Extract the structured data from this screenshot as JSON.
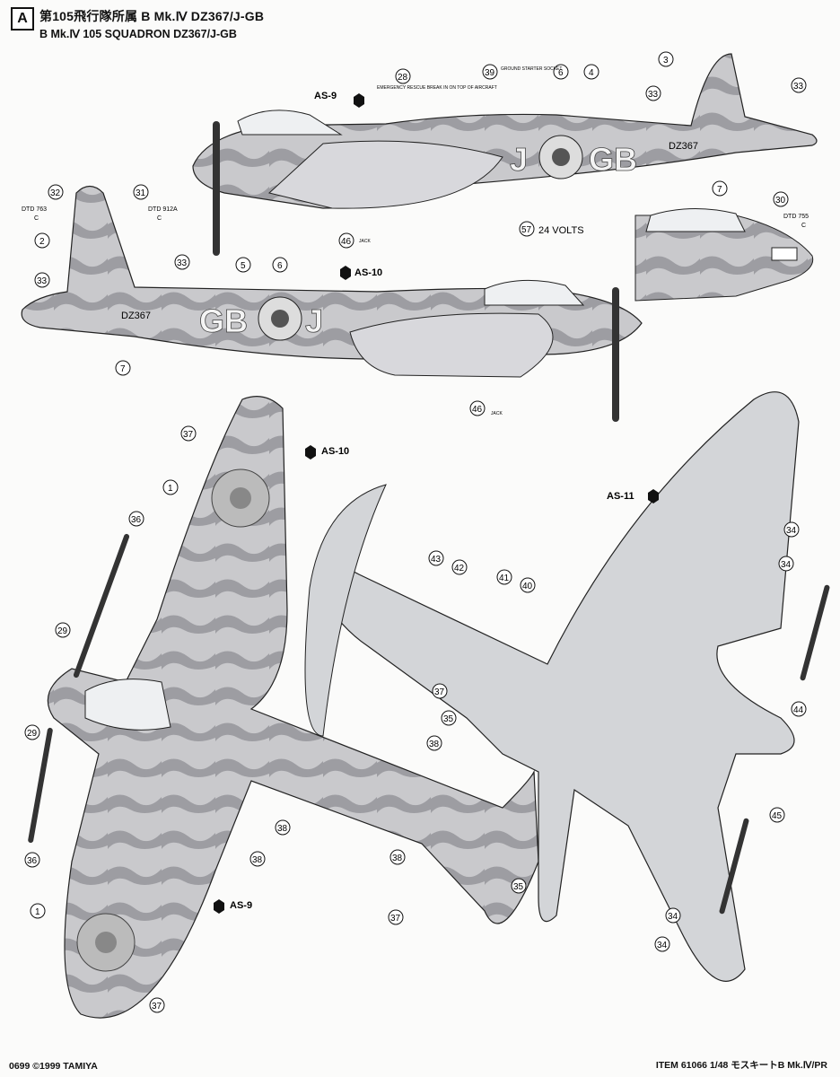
{
  "header": {
    "badge": "A",
    "title_jp": "第105飛行隊所属 B Mk.Ⅳ DZ367/J-GB",
    "title_en": "B Mk.Ⅳ 105 SQUADRON DZ367/J-GB"
  },
  "side_top": {
    "serial": "DZ367",
    "code_left": "J",
    "code_right": "GB",
    "as_label": "AS-9",
    "callouts": [
      "28",
      "39",
      "6",
      "4",
      "3",
      "33",
      "33",
      "7",
      "57",
      "46"
    ],
    "note_28": "EMERGENCY RESCUE BREAK IN ON TOP OF AIRCRAFT",
    "note_39": "GROUND STARTER SOCKET",
    "note_57": "24 VOLTS",
    "note_46": "JACK"
  },
  "side_bottom": {
    "serial": "DZ367",
    "code_left": "GB",
    "code_right": "J",
    "as_label": "AS-10",
    "callouts": [
      "32",
      "31",
      "2",
      "33",
      "33",
      "5",
      "6",
      "7",
      "46"
    ],
    "dtd_left": "DTD 763",
    "dtd_left2": "C",
    "dtd_mid": "DTD 912A",
    "dtd_mid2": "C",
    "note_46": "JACK"
  },
  "inset": {
    "callout": "30",
    "dtd": "DTD 755",
    "dtd2": "C"
  },
  "plan_top": {
    "as_a": "AS-10",
    "as_b": "AS-9",
    "callouts": [
      "37",
      "1",
      "36",
      "29",
      "29",
      "36",
      "38",
      "38",
      "1",
      "37"
    ]
  },
  "plan_bottom": {
    "as_a": "AS-11",
    "callouts": [
      "43",
      "42",
      "41",
      "40",
      "37",
      "35",
      "38",
      "38",
      "35",
      "37",
      "34",
      "34",
      "44",
      "45",
      "34",
      "34"
    ]
  },
  "footer": {
    "left": "0699  ©1999 TAMIYA",
    "right": "ITEM 61066  1/48 モスキートB Mk.Ⅳ/PR"
  }
}
